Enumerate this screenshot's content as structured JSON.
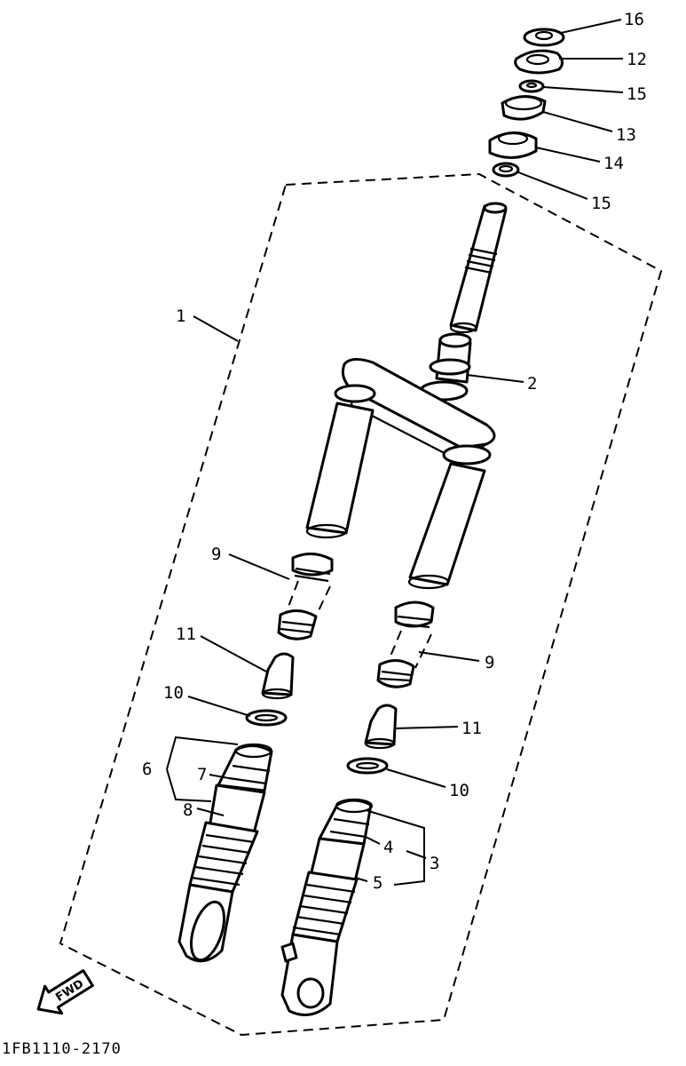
{
  "diagram": {
    "code": "1FB1110-2170",
    "fwd_label": "FWD",
    "labels": {
      "l1": "1",
      "l2": "2",
      "l3": "3",
      "l4": "4",
      "l5": "5",
      "l6": "6",
      "l7": "7",
      "l8": "8",
      "l9a": "9",
      "l9b": "9",
      "l10a": "10",
      "l10b": "10",
      "l11a": "11",
      "l11b": "11",
      "l12": "12",
      "l13": "13",
      "l14": "14",
      "l15a": "15",
      "l15b": "15",
      "l16": "16"
    }
  }
}
